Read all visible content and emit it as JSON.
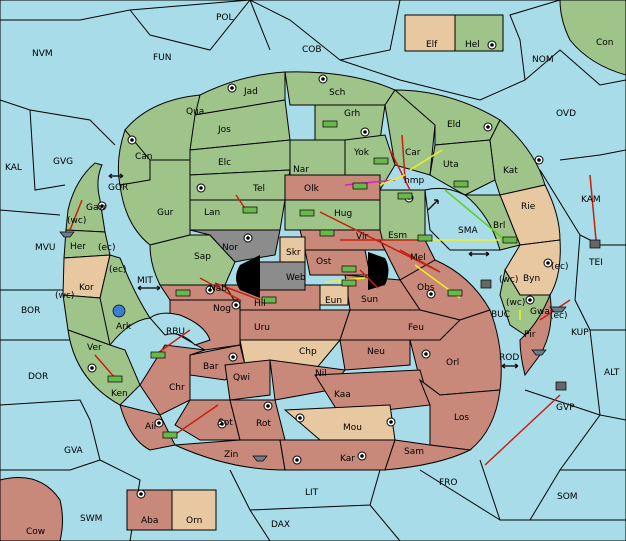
{
  "colors": {
    "sea": "#a8dce8",
    "green_power": "#9fc48a",
    "red_power": "#c8887a",
    "neutral_tan": "#e8c8a0",
    "impassable": "#8c8c8c",
    "order_red": "#c82010",
    "order_yellow": "#f0f020",
    "order_magenta": "#e020c0",
    "order_green": "#60d020"
  },
  "labels": {
    "POL": "POL",
    "NVM": "NVM",
    "FUN": "FUN",
    "COB": "COB",
    "Elf": "Elf",
    "Hel": "Hel",
    "Con": "Con",
    "NOM": "NOM",
    "OVD": "OVD",
    "KAL": "KAL",
    "GVG": "GVG",
    "KAM": "KAM",
    "TEI": "TEI",
    "MVU": "MVU",
    "BOR": "BOR",
    "DOR": "DOR",
    "GVA": "GVA",
    "FRO": "FRO",
    "SOM": "SOM",
    "LIT": "LIT",
    "SWM": "SWM",
    "DAX": "DAX",
    "Cow": "Cow",
    "Aba": "Aba",
    "Orn": "Orn",
    "ALT": "ALT",
    "KUP": "KUP",
    "GVP": "GVP",
    "ROD": "ROD",
    "BUC": "BUC",
    "SMA": "SMA",
    "GOR": "GOR",
    "MIT": "MIT",
    "RBU": "RBU",
    "Jad": "Jad",
    "Sch": "Sch",
    "Grh": "Grh",
    "Qua": "Qua",
    "Jos": "Jos",
    "Can": "Can",
    "Elc": "Elc",
    "Nar": "Nar",
    "Yok": "Yok",
    "Car": "Car",
    "Eld": "Eld",
    "Uta": "Uta",
    "Kat": "Kat",
    "Tel": "Tel",
    "Olk": "Olk",
    "Gur": "Gur",
    "Lan": "Lan",
    "Hug": "Hug",
    "Gaw": "Gaw",
    "Rie": "Rie",
    "Brl": "Brl",
    "Esm": "Esm",
    "Vir": "Vir",
    "Mel": "Mel",
    "Nor": "Nor",
    "Skr": "Skr",
    "Web": "Web",
    "Ost": "Ost",
    "Sap": "Sap",
    "Her": "Her",
    "Kor": "Kor",
    "Ark": "Ark",
    "Nab": "Nab",
    "Hil": "Hil",
    "Eun": "Eun",
    "Sun": "Sun",
    "Obs": "Obs",
    "Byn": "Byn",
    "Gwa": "Gwa",
    "Pir": "Pir",
    "Nog": "Nog",
    "Uru": "Uru",
    "Feu": "Feu",
    "Ver": "Ver",
    "Chp": "Chp",
    "Neu": "Neu",
    "Orl": "Orl",
    "Bar": "Bar",
    "Qwi": "Qwi",
    "Nil": "Nil",
    "Chr": "Chr",
    "Ken": "Ken",
    "Kaa": "Kaa",
    "Ail": "Ail",
    "Sot": "Sot",
    "Rot": "Rot",
    "Mou": "Mou",
    "Los": "Los",
    "Zin": "Zin",
    "Kar": "Kar",
    "Sam": "Sam",
    "wc": "(wc)",
    "ec": "(ec)",
    "hmp": "hmp"
  }
}
